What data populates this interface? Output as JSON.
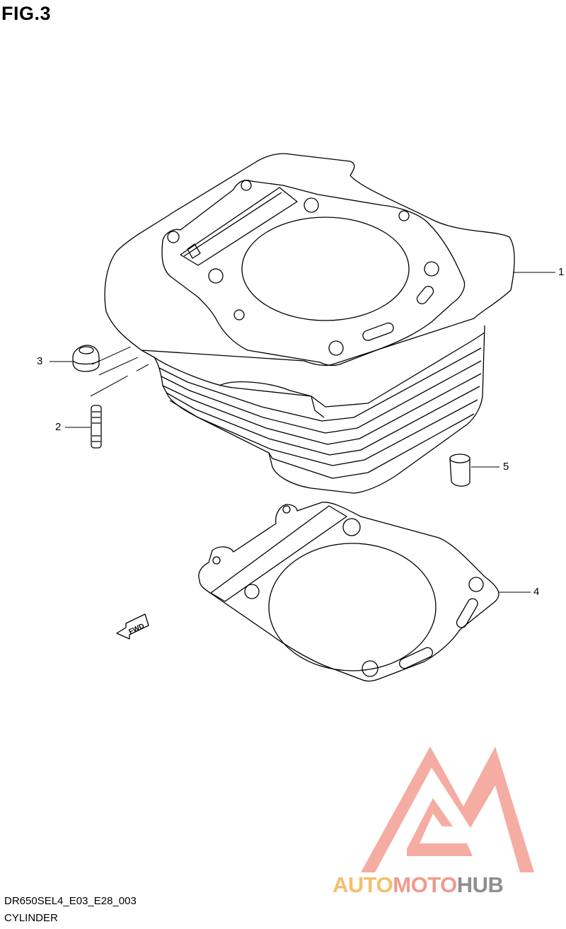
{
  "figure": {
    "title": "FIG.3"
  },
  "callouts": [
    {
      "number": "1"
    },
    {
      "number": "2"
    },
    {
      "number": "3"
    },
    {
      "number": "4"
    },
    {
      "number": "5"
    }
  ],
  "fwd_label": "FWD",
  "footer": {
    "code": "DR650SEL4_E03_E28_003",
    "caption": "CYLINDER"
  },
  "watermark": {
    "part1": "AUTO",
    "part2": "MOTO",
    "part3": "HUB",
    "colors": {
      "auto": "#f4bf6b",
      "moto": "#f09a8e",
      "hub": "#8f8f8f",
      "logo": "#f5a49a"
    }
  }
}
